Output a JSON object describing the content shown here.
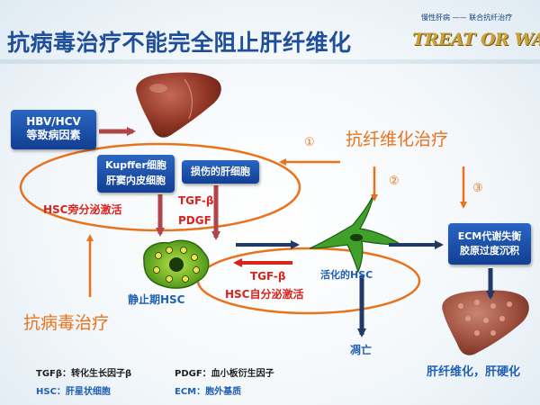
{
  "title": "抗病毒治疗不能完全阻止肝纤维化",
  "brand": {
    "tagline": "慢性肝病 —— 联合抗纤治疗",
    "logo": "TREAT OR WAIT"
  },
  "boxes": {
    "hbv_line1": "HBV/HCV",
    "hbv_line2": "等致病因素",
    "kupffer_line1": "Kupffer细胞",
    "kupffer_line2": "肝窦内皮细胞",
    "injured": "损伤的肝细胞",
    "ecm_line1": "ECM代谢失衡",
    "ecm_line2": "胶原过度沉积"
  },
  "labels": {
    "hsc_paracrine": "HSC旁分泌激活",
    "tgf_b": "TGF-β",
    "pdgf": "PDGF",
    "quiescent_hsc": "静止期HSC",
    "tgf_b_loop": "TGF-β",
    "hsc_autocrine": "HSC自分泌激活",
    "activated_hsc": "活化的HSC",
    "apoptosis": "凋亡",
    "antifibrosis": "抗纤维化治疗",
    "antiviral": "抗病毒治疗",
    "outcome": "肝纤维化，肝硬化",
    "num1": "①",
    "num2": "②",
    "num3": "③"
  },
  "footer": {
    "tgf": "TGFβ：转化生长因子β",
    "pdgf": "PDGF：血小板衍生因子",
    "hsc": "HSC：肝星状细胞",
    "ecm": "ECM：胞外基质"
  },
  "colors": {
    "orange": "#e8731c",
    "navy": "#1f3a66",
    "red": "#d8241c",
    "blue": "#1f5fb3",
    "maroon": "#b0454a"
  }
}
